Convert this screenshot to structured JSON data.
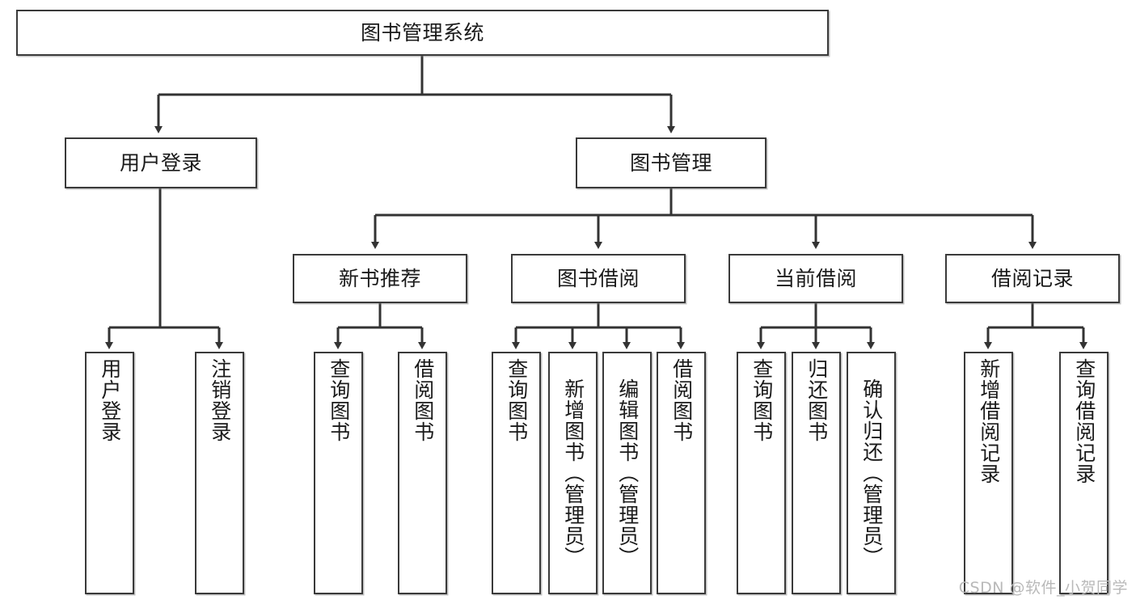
{
  "diagram": {
    "title": "图书管理系统",
    "type": "tree-hierarchy-diagram",
    "colors": {
      "box_border": "#3a3a3a",
      "box_fill": "#ffffff",
      "connector": "#333333",
      "watermark": "#b9b9b9"
    },
    "root": {
      "label": "图书管理系统"
    },
    "level2": [
      {
        "label": "用户登录"
      },
      {
        "label": "图书管理"
      }
    ],
    "level3": [
      {
        "label": "新书推荐"
      },
      {
        "label": "图书借阅"
      },
      {
        "label": "当前借阅"
      },
      {
        "label": "借阅记录"
      }
    ],
    "leaves": {
      "user_login": [
        {
          "label": "用户登录"
        },
        {
          "label": "注销登录"
        }
      ],
      "new_book_recommend": [
        {
          "label": "查询图书"
        },
        {
          "label": "借阅图书"
        }
      ],
      "book_borrow": [
        {
          "label": "查询图书"
        },
        {
          "label": "新增图书（管理员）"
        },
        {
          "label": "编辑图书（管理员）"
        },
        {
          "label": "借阅图书"
        }
      ],
      "current_borrow": [
        {
          "label": "查询图书"
        },
        {
          "label": "归还图书"
        },
        {
          "label": "确认归还（管理员）"
        }
      ],
      "borrow_records": [
        {
          "label": "新增借阅记录"
        },
        {
          "label": "查询借阅记录"
        }
      ]
    }
  },
  "watermark": {
    "text": "CSDN @软件_小贺同学"
  }
}
